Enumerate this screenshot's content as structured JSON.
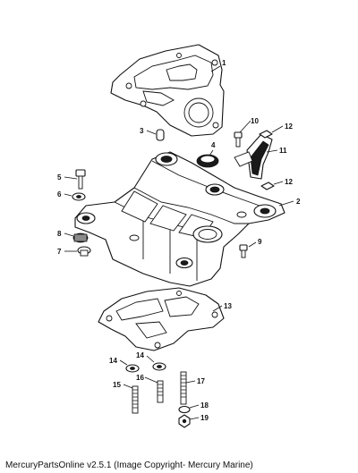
{
  "diagram": {
    "callouts": [
      {
        "id": "c1",
        "label": "1"
      },
      {
        "id": "c2",
        "label": "2"
      },
      {
        "id": "c3",
        "label": "3"
      },
      {
        "id": "c4",
        "label": "4"
      },
      {
        "id": "c5",
        "label": "5"
      },
      {
        "id": "c6",
        "label": "6"
      },
      {
        "id": "c7",
        "label": "7"
      },
      {
        "id": "c8",
        "label": "8"
      },
      {
        "id": "c9",
        "label": "9"
      },
      {
        "id": "c10",
        "label": "10"
      },
      {
        "id": "c11",
        "label": "11"
      },
      {
        "id": "c12a",
        "label": "12"
      },
      {
        "id": "c12b",
        "label": "12"
      },
      {
        "id": "c13",
        "label": "13"
      },
      {
        "id": "c14a",
        "label": "14"
      },
      {
        "id": "c14b",
        "label": "14"
      },
      {
        "id": "c15",
        "label": "15"
      },
      {
        "id": "c16",
        "label": "16"
      },
      {
        "id": "c17",
        "label": "17"
      },
      {
        "id": "c18",
        "label": "18"
      },
      {
        "id": "c19",
        "label": "19"
      }
    ]
  },
  "footer": {
    "text": "MercuryPartsOnline v2.5.1 (Image Copyright- Mercury Marine)"
  }
}
